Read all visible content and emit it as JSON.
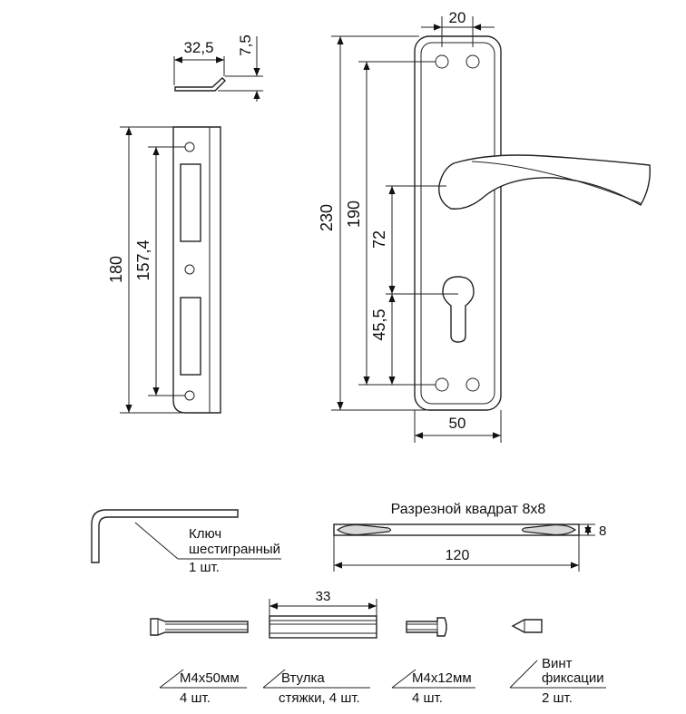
{
  "colors": {
    "line": "#222222",
    "fill": "#ffffff",
    "shade": "#d8d8d8"
  },
  "dimensions": {
    "tongue_length": "32,5",
    "tongue_height": "7,5",
    "strike_length": "180",
    "strike_hole_spacing": "157,4",
    "plate_length": "230",
    "plate_hole_spacing": "190",
    "handle_to_cylinder": "72",
    "cylinder_offset": "45,5",
    "plate_top_width": "20",
    "plate_width": "50",
    "square_thickness": "8",
    "square_length": "120",
    "sleeve_length": "33"
  },
  "labels": {
    "hex_key_line1": "Ключ",
    "hex_key_line2": "шестигранный",
    "hex_key_qty": "1 шт.",
    "square_title": "Разрезной квадрат 8х8",
    "screw50_name": "М4х50мм",
    "screw50_qty": "4 шт.",
    "sleeve_line1": "Втулка",
    "sleeve_line2": "стяжки, 4 шт.",
    "screw12_name": "М4х12мм",
    "screw12_qty": "4 шт.",
    "setscrew_line1": "Винт",
    "setscrew_line2": "фиксации",
    "setscrew_qty": "2 шт."
  }
}
